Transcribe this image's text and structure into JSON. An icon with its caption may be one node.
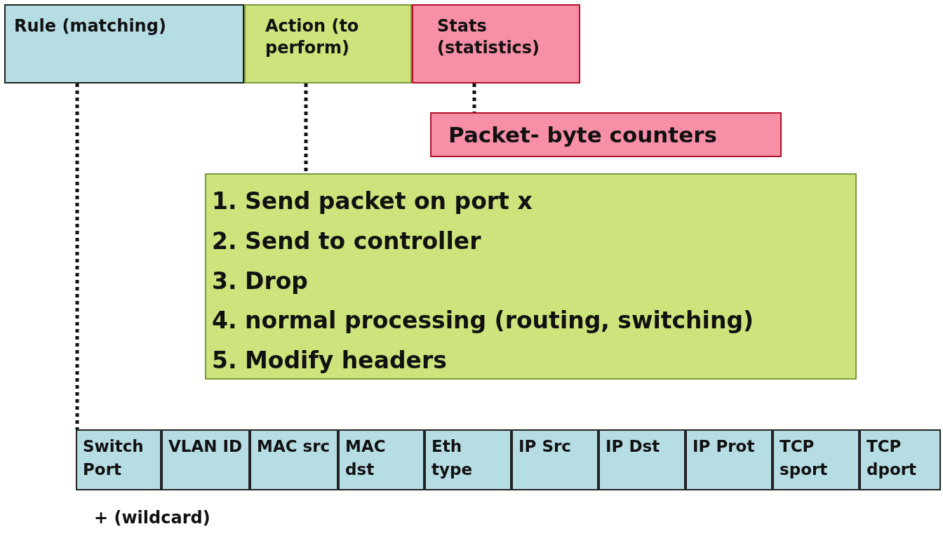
{
  "diagram": {
    "nodes": [
      {
        "text": [
          "Rule (matching)"
        ]
      },
      {
        "text": [
          "Action (to perform)"
        ]
      },
      {
        "text": [
          "Stats (statistics)"
        ]
      },
      {
        "text": [
          "Packet- byte counters"
        ]
      },
      {
        "text": [
          "1. Send packet on port x",
          "2. Send to controller",
          "3. Drop",
          "4. normal processing (routing, switching)",
          "5. Modify headers"
        ]
      },
      {
        "text": [
          "Switch Port"
        ]
      },
      {
        "text": [
          "VLAN ID"
        ]
      },
      {
        "text": [
          "MAC src"
        ]
      },
      {
        "text": [
          "MAC dst"
        ]
      },
      {
        "text": [
          "Eth type"
        ]
      },
      {
        "text": [
          "IP Src"
        ]
      },
      {
        "text": [
          "IP Dst"
        ]
      },
      {
        "text": [
          "IP Prot"
        ]
      },
      {
        "text": [
          "TCP sport"
        ]
      },
      {
        "text": [
          "TCP dport"
        ]
      }
    ],
    "edges": [
      {
        "from": 0,
        "to": 5,
        "arrow": "none",
        "style": "dashed"
      },
      {
        "from": 1,
        "to": 4,
        "arrow": "none",
        "style": "dashed"
      },
      {
        "from": 2,
        "to": 3,
        "arrow": "none",
        "style": "dashed"
      }
    ],
    "labels": [
      "+ (wildcard)"
    ]
  }
}
